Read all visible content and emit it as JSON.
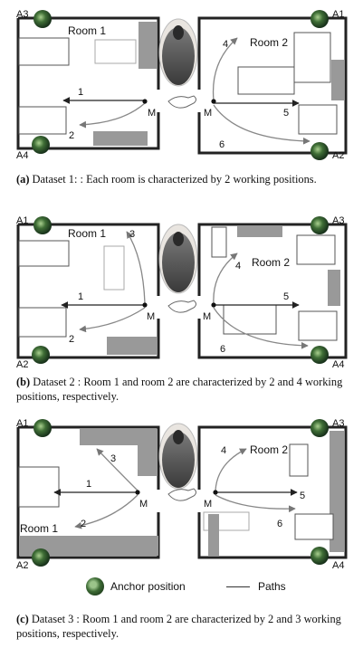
{
  "common": {
    "anchor_prefix": "A",
    "midpoint_label": "M"
  },
  "panels": [
    {
      "room1": "Room 1",
      "room2": "Room 2",
      "corners": {
        "tl": "A3",
        "tr": "A1",
        "bl": "A4",
        "br": "A2"
      },
      "paths": [
        "1",
        "2",
        "4",
        "5",
        "6"
      ],
      "caption_label": "(a)",
      "caption_text": " Dataset 1: : Each room is characterized by 2 working positions."
    },
    {
      "room1": "Room 1",
      "room2": "Room 2",
      "corners": {
        "tl": "A1",
        "tr": "A3",
        "bl": "A2",
        "br": "A4"
      },
      "paths": [
        "1",
        "2",
        "3",
        "4",
        "5",
        "6"
      ],
      "caption_label": "(b)",
      "caption_text": " Dataset 2 : Room 1 and room 2 are characterized by 2 and 4 working positions, respectively."
    },
    {
      "room1": "Room 1",
      "room2": "Room 2",
      "corners": {
        "tl": "A1",
        "tr": "A3",
        "bl": "A2",
        "br": "A4"
      },
      "paths": [
        "1",
        "2",
        "3",
        "4",
        "5",
        "6"
      ],
      "caption_label": "(c)",
      "caption_text": " Dataset 3 : Room 1 and room 2 are characterized by 2 and 3 working positions, respectively."
    }
  ],
  "legend": {
    "anchor": "Anchor position",
    "paths": "Paths"
  }
}
